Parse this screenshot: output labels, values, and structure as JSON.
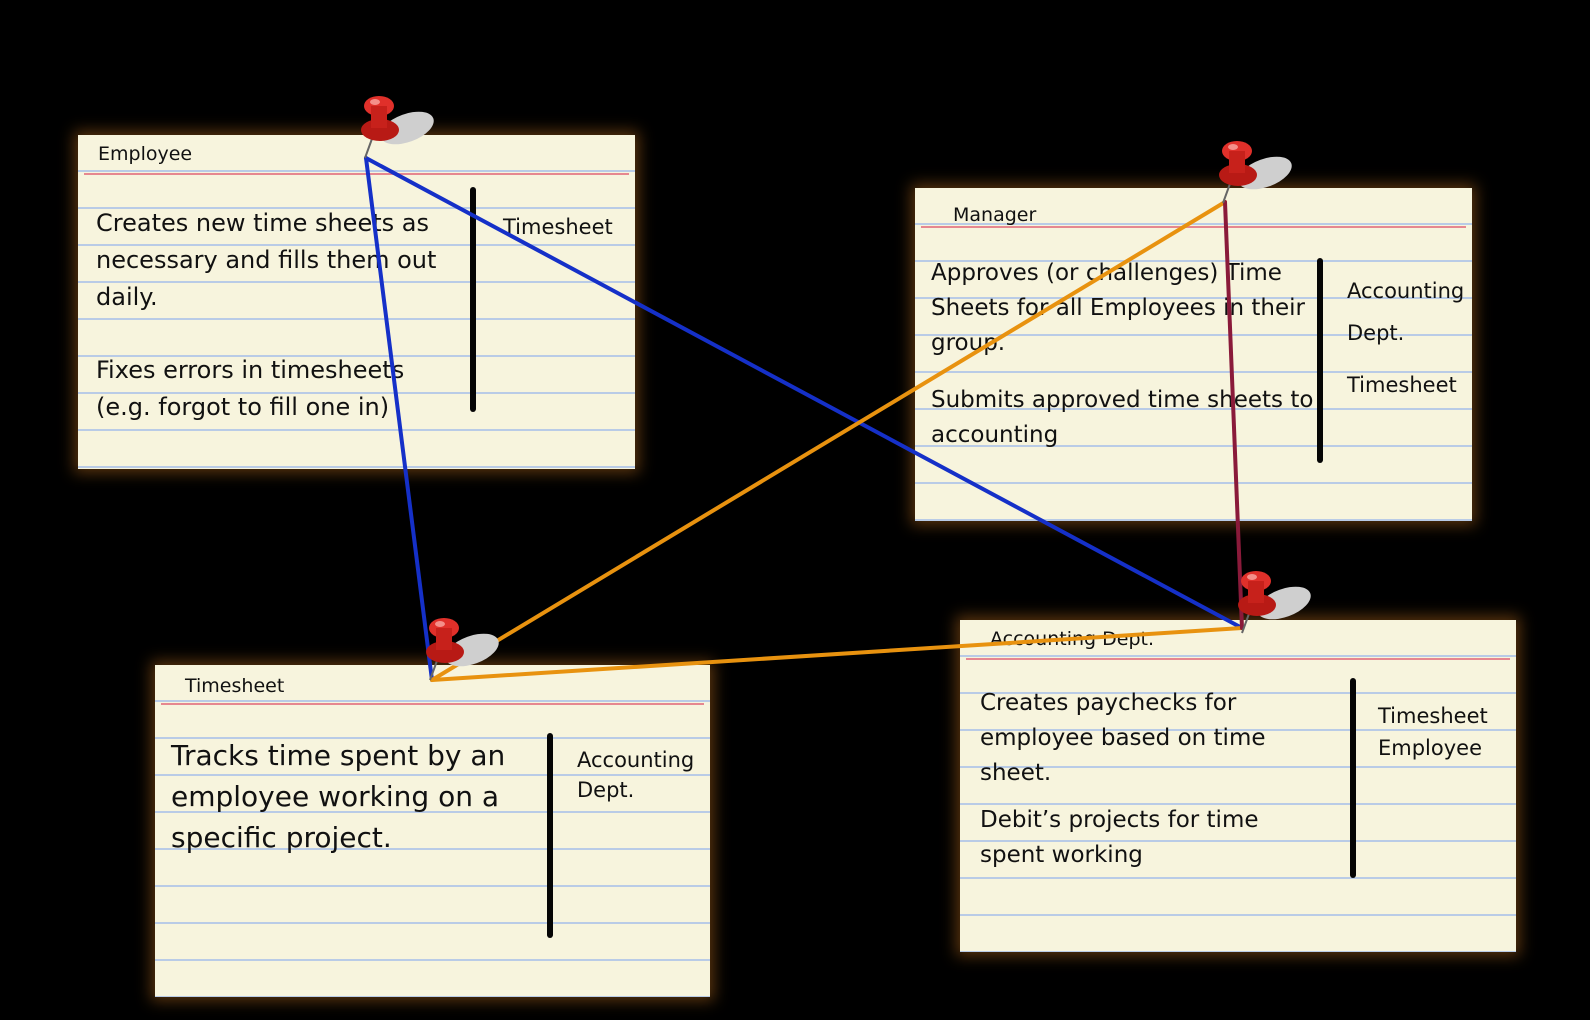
{
  "cards": {
    "employee": {
      "title": "Employee",
      "responsibilities": [
        "Creates new time sheets as necessary and fills them out daily.",
        "Fixes errors in timesheets (e.g. forgot to fill one in)"
      ],
      "collaborators": [
        "Timesheet"
      ]
    },
    "manager": {
      "title": "Manager",
      "responsibilities": [
        "Approves (or challenges) Time Sheets for all Employees in their group.",
        "Submits approved time sheets to accounting"
      ],
      "collaborators": [
        "Accounting Dept.",
        "Timesheet"
      ]
    },
    "timesheet": {
      "title": "Timesheet",
      "responsibilities": [
        "Tracks time spent by an employee working on a specific project."
      ],
      "collaborators": [
        "Accounting Dept."
      ]
    },
    "accounting": {
      "title": "Accounting Dept.",
      "responsibilities": [
        "Creates paychecks for employee based on time sheet.",
        "Debit’s projects for time spent working"
      ],
      "collaborators": [
        "Timesheet",
        "Employee"
      ]
    }
  },
  "colors": {
    "background": "#000000",
    "card": "#f7f4dd",
    "card_rule": "#b9cbe6",
    "title_rule": "#e6878f",
    "string_blue": "#1530c8",
    "string_orange": "#e8920f",
    "string_maroon": "#8a1a3a",
    "pin_red": "#d7261e"
  },
  "icons": [
    "push-pin-icon"
  ]
}
